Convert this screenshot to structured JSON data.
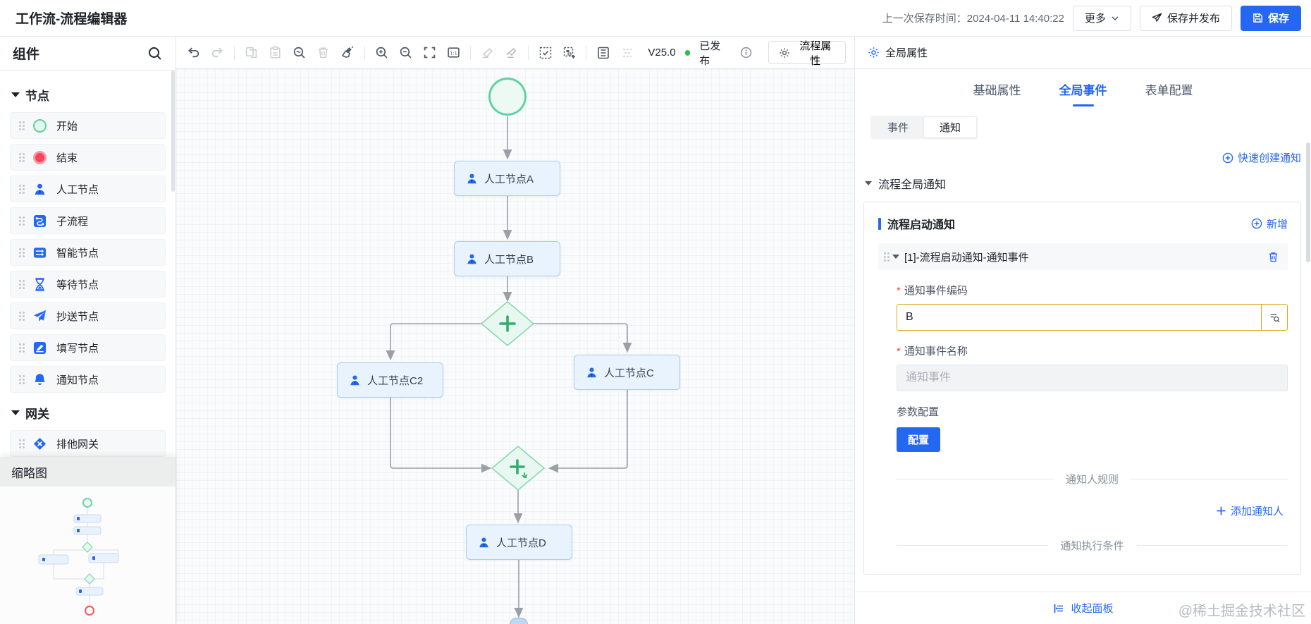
{
  "header": {
    "title": "工作流-流程编辑器",
    "last_saved_label": "上一次保存时间：",
    "last_saved_time": "2024-04-11 14:40:22",
    "more_button": "更多",
    "save_publish_button": "保存并发布",
    "save_button": "保存"
  },
  "sidebar": {
    "title": "组件",
    "sections": [
      {
        "label": "节点",
        "items": [
          {
            "label": "开始",
            "icon": "start-circle-icon"
          },
          {
            "label": "结束",
            "icon": "end-circle-icon"
          },
          {
            "label": "人工节点",
            "icon": "person-icon"
          },
          {
            "label": "子流程",
            "icon": "subprocess-icon"
          },
          {
            "label": "智能节点",
            "icon": "smart-node-icon"
          },
          {
            "label": "等待节点",
            "icon": "hourglass-icon"
          },
          {
            "label": "抄送节点",
            "icon": "paper-plane-icon"
          },
          {
            "label": "填写节点",
            "icon": "pencil-square-icon"
          },
          {
            "label": "通知节点",
            "icon": "bell-icon"
          }
        ]
      },
      {
        "label": "网关",
        "items": [
          {
            "label": "排他网关",
            "icon": "exclusive-gateway-icon"
          }
        ]
      }
    ],
    "minimap_title": "缩略图"
  },
  "toolbar": {
    "icons": [
      "undo",
      "redo",
      "copy",
      "paste",
      "find",
      "delete",
      "clear",
      "zoom-in",
      "zoom-out",
      "fit-screen",
      "one-to-one",
      "stamp",
      "multi-stamp",
      "marquee-select",
      "append-select",
      "panel-layout",
      "align"
    ],
    "version": "V25.0",
    "status": "已发布",
    "status_color": "#23c343",
    "process_props_button": "流程属性"
  },
  "canvas": {
    "nodes": [
      {
        "id": "start",
        "type": "start"
      },
      {
        "id": "A",
        "label": "人工节点A"
      },
      {
        "id": "B",
        "label": "人工节点B"
      },
      {
        "id": "gw1",
        "type": "parallel-gateway"
      },
      {
        "id": "C2",
        "label": "人工节点C2"
      },
      {
        "id": "C",
        "label": "人工节点C"
      },
      {
        "id": "gw2",
        "type": "merge-gateway"
      },
      {
        "id": "D",
        "label": "人工节点D"
      }
    ]
  },
  "panel": {
    "title": "全局属性",
    "tabs": [
      {
        "label": "基础属性"
      },
      {
        "label": "全局事件"
      },
      {
        "label": "表单配置"
      }
    ],
    "active_tab": "全局事件",
    "subtabs": [
      {
        "label": "事件"
      },
      {
        "label": "通知"
      }
    ],
    "active_subtab": "通知",
    "quick_create_link": "快速创建通知",
    "group_title": "流程全局通知",
    "card": {
      "title": "流程启动通知",
      "add_button": "新增",
      "item_title": "[1]-流程启动通知-通知事件",
      "field_code": {
        "label": "通知事件编码",
        "required": true,
        "value": "B"
      },
      "field_name": {
        "label": "通知事件名称",
        "required": true,
        "placeholder": "通知事件"
      },
      "param_label": "参数配置",
      "config_button": "配置",
      "divider_notifier": "通知人规则",
      "add_notifier_link": "添加通知人",
      "divider_condition": "通知执行条件"
    },
    "collapse_button": "收起面板"
  },
  "watermark": "@稀土掘金技术社区",
  "colors": {
    "primary_blue": "#2468f2",
    "published_green": "#23c343",
    "start_green": "#5fd3a2",
    "end_red": "#f5455c",
    "node_fill": "#e9f3fd",
    "node_border": "#aecdf0",
    "gateway_fill": "#e8f8f0",
    "gateway_border": "#88d8ae",
    "edge_gray": "#9aa0a6",
    "warning_border": "#d9a514"
  }
}
